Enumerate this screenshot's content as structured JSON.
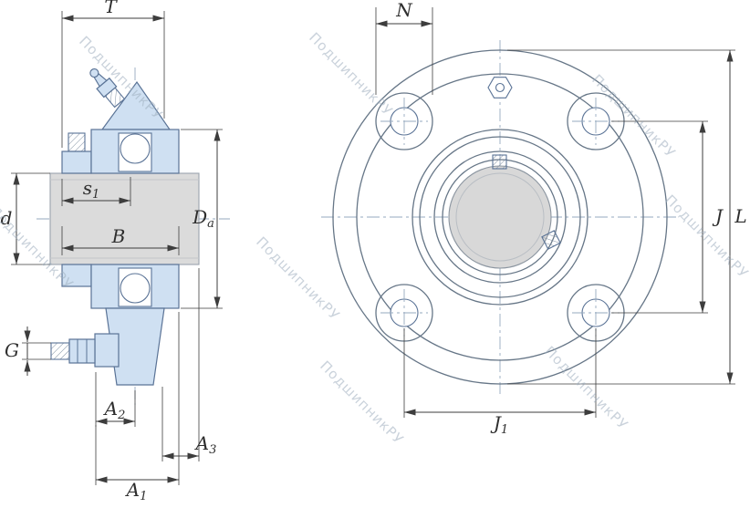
{
  "watermark": {
    "text": "ПодшипникРУ"
  },
  "labels": {
    "T": "T",
    "N": "N",
    "d": "d",
    "B": "B",
    "G": "G",
    "J": "J",
    "L": "L",
    "s1": {
      "base": "s",
      "sub": "1"
    },
    "Da": {
      "base": "D",
      "sub": "a"
    },
    "A2": {
      "base": "A",
      "sub": "2"
    },
    "A3": {
      "base": "A",
      "sub": "3"
    },
    "A1": {
      "base": "A",
      "sub": "1"
    },
    "J1": {
      "base": "J",
      "sub": "1"
    }
  },
  "colors": {
    "housing_fill": "#cfe0f2",
    "housing_stroke": "#5a7396",
    "shaft_fill": "#dbdbdb",
    "dimension_lines": "#3d3d3d",
    "centerlines": "#96aabf",
    "watermark": "#9fafbf"
  }
}
